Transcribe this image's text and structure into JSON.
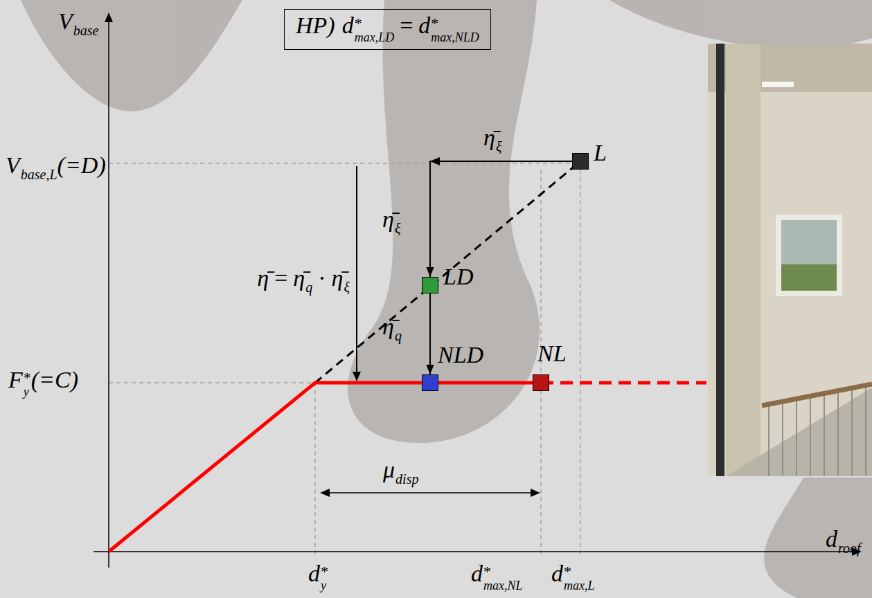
{
  "diagram": {
    "nodes": [
      {
        "text": [
          "HP)",
          "d",
          "*",
          "max,LD",
          "=",
          "d",
          "*",
          "max,NLD"
        ]
      },
      {
        "text": [
          "L"
        ]
      },
      {
        "text": [
          "LD"
        ]
      },
      {
        "text": [
          "NLD"
        ]
      },
      {
        "text": [
          "NL"
        ]
      }
    ],
    "edges": [
      {
        "from": 1,
        "to": 2,
        "arrow": "to"
      },
      {
        "from": 2,
        "to": 3,
        "arrow": "to"
      }
    ],
    "labels": [
      "V",
      "base",
      "V",
      "base,L",
      "(=D)",
      "F",
      "*",
      "y",
      "(=C)",
      "d",
      "*",
      "y",
      "d",
      "*",
      "max,NL",
      "d",
      "*",
      "max,L",
      "d",
      "roof",
      "μ",
      "disp",
      "η̄",
      "ξ",
      "η̄",
      "ξ",
      "η̄",
      "q",
      "η̄",
      "=",
      "η̄",
      "q",
      "·",
      "η̄",
      "ξ"
    ]
  }
}
